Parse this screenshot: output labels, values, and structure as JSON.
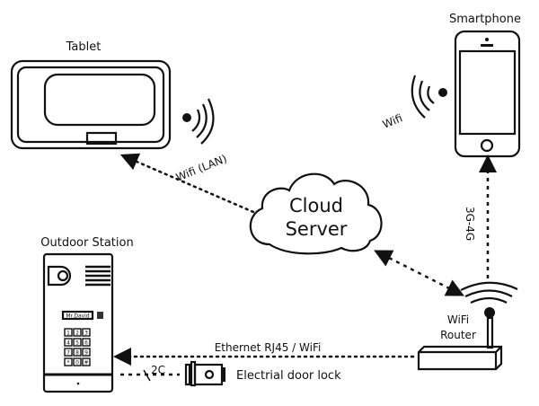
{
  "devices": {
    "tablet": "Tablet",
    "smartphone": "Smartphone",
    "outdoor_station": "Outdoor Station",
    "cloud_line1": "Cloud",
    "cloud_line2": "Server",
    "router_line1": "WiFi",
    "router_line2": "Router",
    "door_lock": "Electrial door lock",
    "nameplate": "Mr.David",
    "keys": [
      "1",
      "2",
      "3",
      "4",
      "5",
      "6",
      "7",
      "8",
      "9",
      "*",
      "0",
      "#"
    ]
  },
  "links": {
    "tablet_cloud": "Wifi (LAN)",
    "phone_wifi": "Wifi",
    "router_phone": "3G-4G",
    "station_router": "Ethernet RJ45 / WiFi",
    "lock_wire": "2C"
  }
}
